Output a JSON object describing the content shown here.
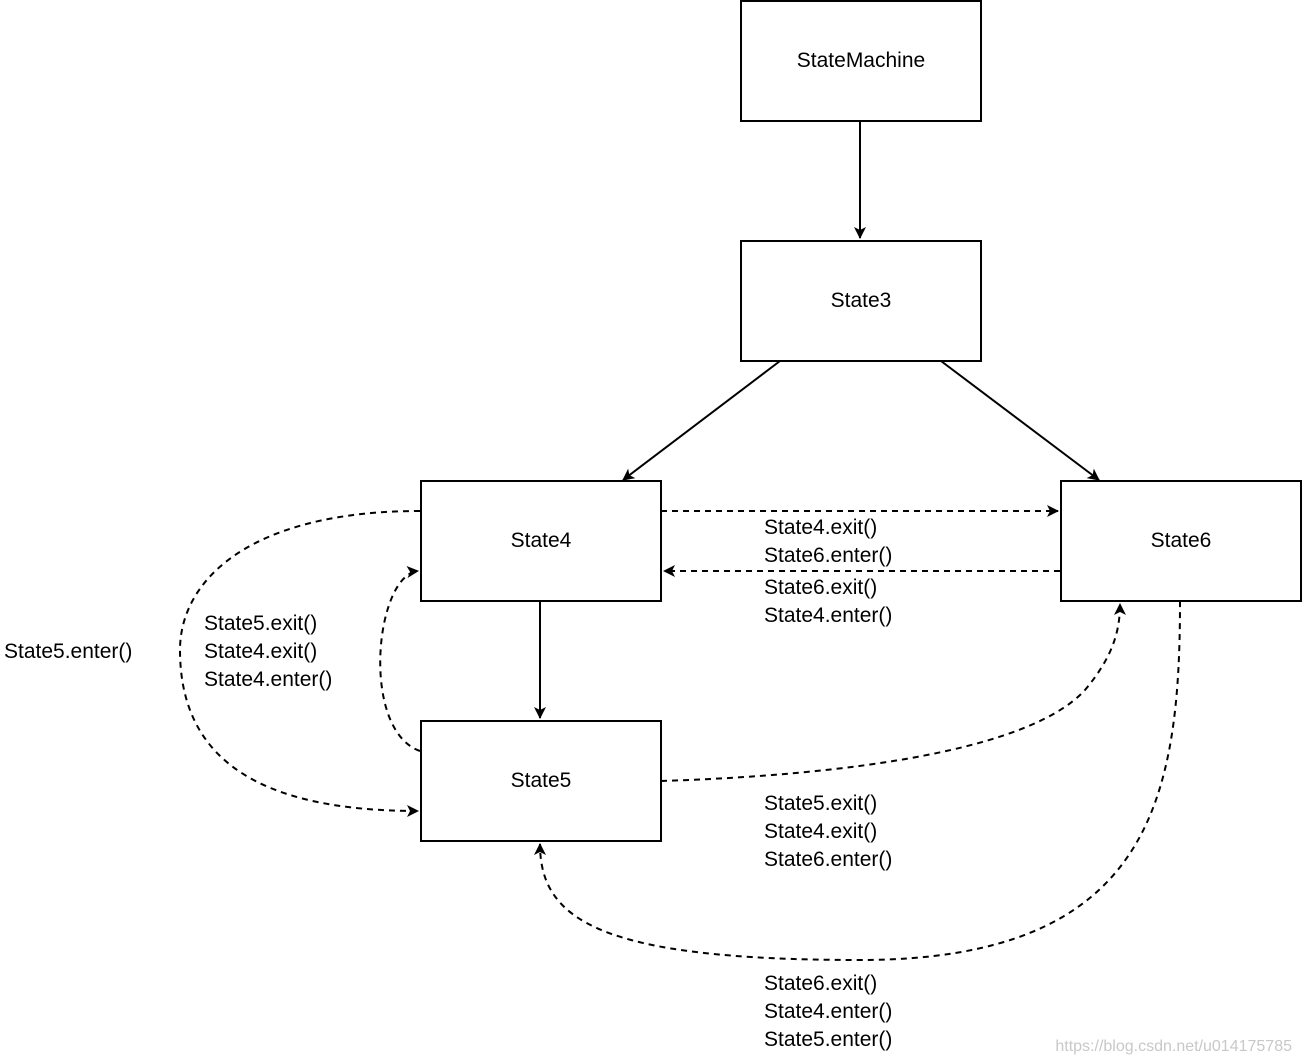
{
  "nodes": {
    "state_machine": "StateMachine",
    "state3": "State3",
    "state4": "State4",
    "state5": "State5",
    "state6": "State6"
  },
  "labels": {
    "s4_to_s6": [
      "State4.exit()",
      "State6.enter()"
    ],
    "s6_to_s4": [
      "State6.exit()",
      "State4.enter()"
    ],
    "s5_to_s4": [
      "State5.exit()",
      "State4.exit()",
      "State4.enter()"
    ],
    "s4_to_s5": [
      "State5.enter()"
    ],
    "s5_to_s6": [
      "State5.exit()",
      "State4.exit()",
      "State6.enter()"
    ],
    "s6_to_s5": [
      "State6.exit()",
      "State4.enter()",
      "State5.enter()"
    ]
  },
  "watermark": "https://blog.csdn.net/u014175785"
}
